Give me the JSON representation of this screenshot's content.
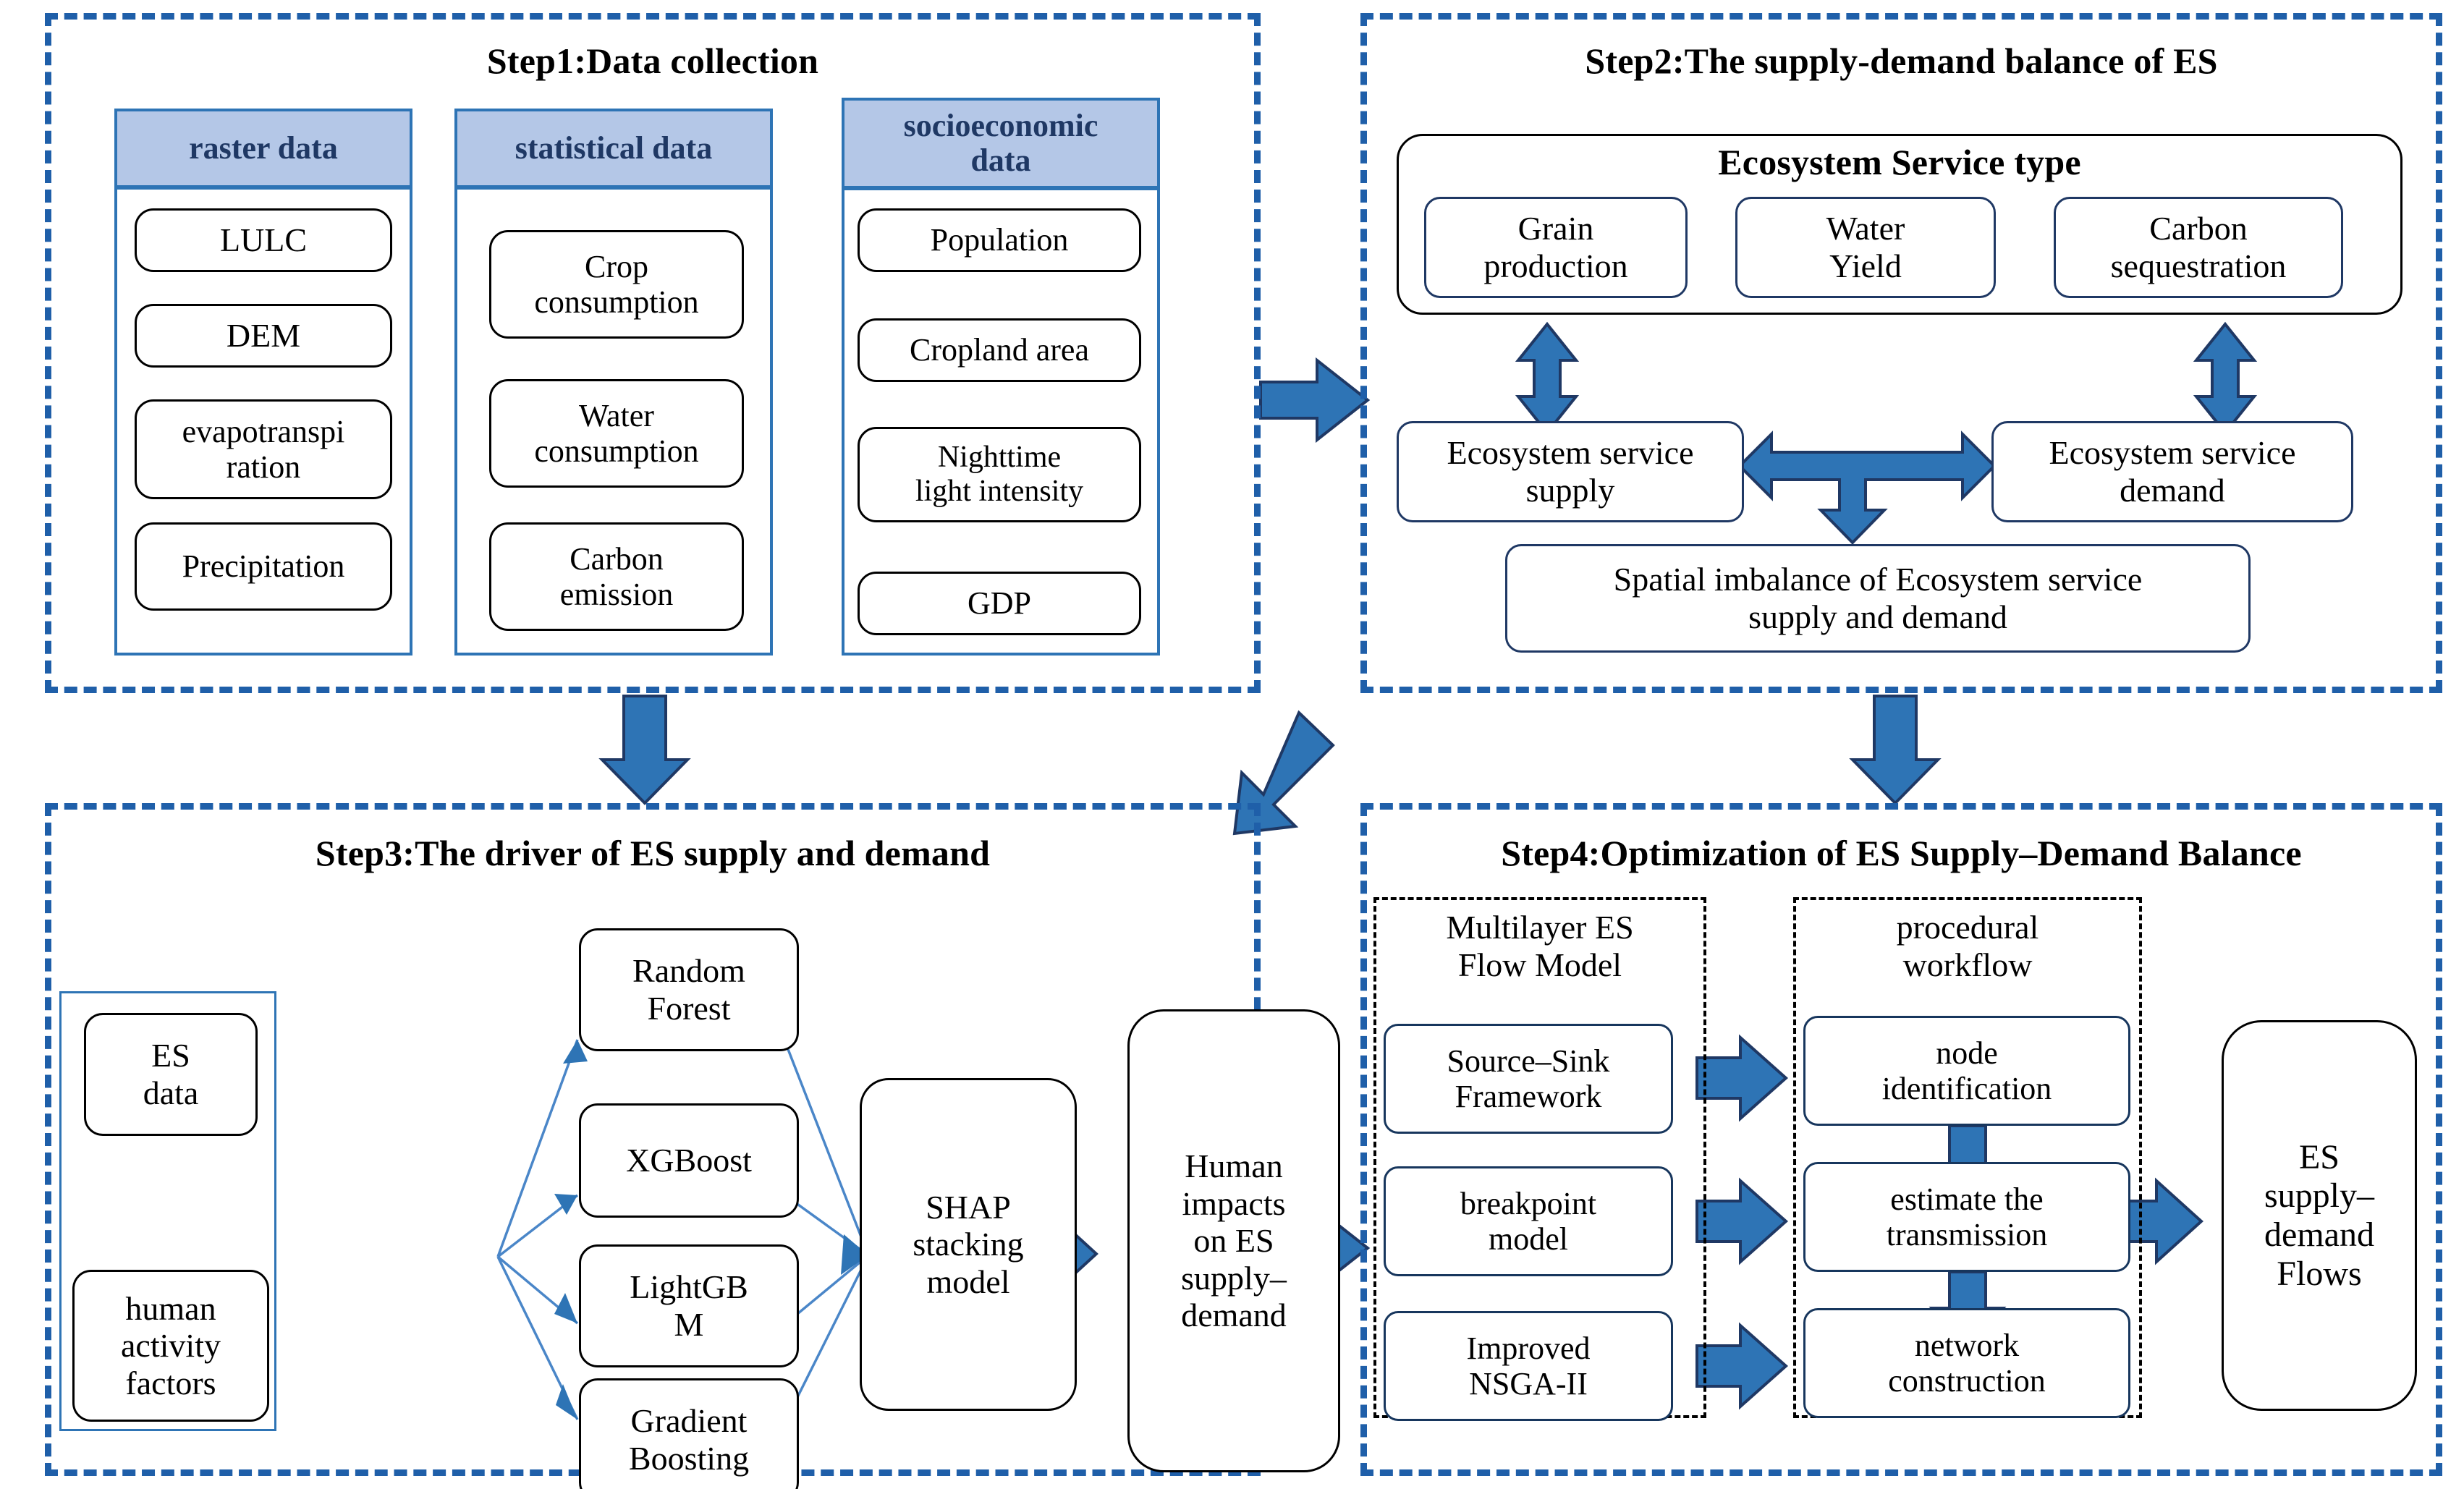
{
  "figure": {
    "type": "flowchart",
    "accent_blue": "#2E74B5",
    "panel_border_blue": "#1F5FA9",
    "header_fill": "#B4C7E7",
    "header_text": "#1F3864"
  },
  "step1": {
    "title": "Step1:Data collection",
    "columns": [
      {
        "header": "raster data",
        "items": [
          "LULC",
          "DEM",
          "evapotranspi\nration",
          "Precipitation"
        ]
      },
      {
        "header": "statistical data",
        "items": [
          "Crop\nconsumption",
          "Water\nconsumption",
          "Carbon\nemission"
        ]
      },
      {
        "header": "socioeconomic\ndata",
        "items": [
          "Population",
          "Cropland area",
          "Nighttime\nlight intensity",
          "GDP"
        ]
      }
    ]
  },
  "step2": {
    "title": "Step2:The supply-demand balance of ES",
    "es_type_title": "Ecosystem Service type",
    "es_types": [
      "Grain\nproduction",
      "Water\nYield",
      "Carbon\nsequestration"
    ],
    "supply": "Ecosystem service\nsupply",
    "demand": "Ecosystem service\ndemand",
    "imbalance": "Spatial imbalance of Ecosystem service\nsupply and demand"
  },
  "step3": {
    "title": "Step3:The driver of ES supply and demand",
    "inputs": [
      "ES\ndata",
      "human\nactivity\nfactors"
    ],
    "models": [
      "Random\nForest",
      "XGBoost",
      "LightGB\nM",
      "Gradient\nBoosting"
    ],
    "stacking": "SHAP\nstacking\nmodel",
    "output": "Human\nimpacts\non ES\nsupply–\ndemand"
  },
  "step4": {
    "title": "Step4:Optimization  of ES Supply–Demand Balance",
    "group_left_title": "Multilayer ES\nFlow Model",
    "group_left_items": [
      "Source–Sink\nFramework",
      "breakpoint\nmodel",
      "Improved\nNSGA-II"
    ],
    "group_right_title": "procedural\nworkflow",
    "group_right_items": [
      "node\nidentification",
      "estimate  the\ntransmission",
      "network\nconstruction"
    ],
    "output": "ES\nsupply–\ndemand\nFlows"
  },
  "icons": {
    "arrow_right": "block-arrow-right-icon",
    "arrow_down": "block-arrow-down-icon",
    "arrow_updown": "block-arrow-updown-icon",
    "arrow_diagonal": "block-arrow-diagonal-down-left-icon",
    "arrow_tee": "block-arrow-left-right-down-icon"
  }
}
